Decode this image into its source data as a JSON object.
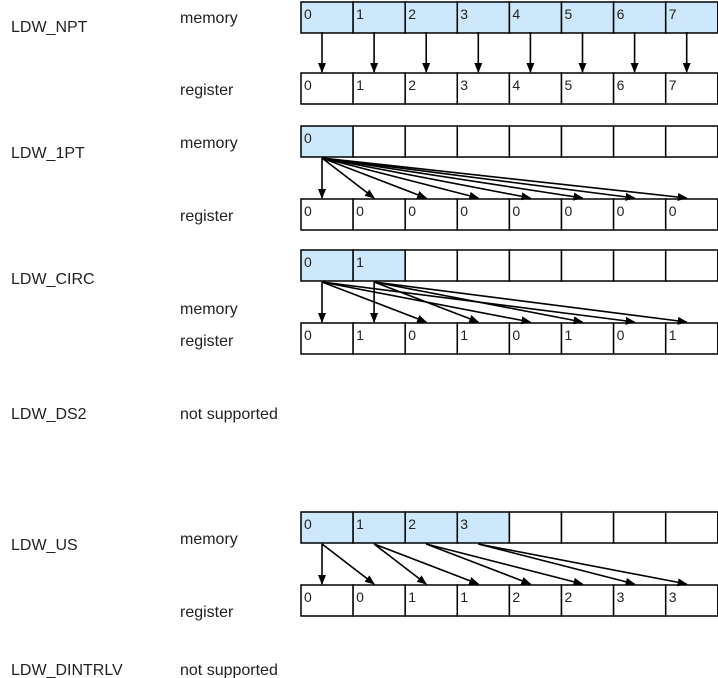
{
  "colors": {
    "memory_highlight": "#cce8fa",
    "cell_fill": "#ffffff",
    "stroke": "#000000",
    "text": "#222222"
  },
  "labels": {
    "memory": "memory",
    "register": "register",
    "not_supported": "not supported"
  },
  "sections": [
    {
      "id": "npt",
      "name": "LDW_NPT",
      "supported": true,
      "memory_cells": [
        "0",
        "1",
        "2",
        "3",
        "4",
        "5",
        "6",
        "7"
      ],
      "memory_highlighted": 8,
      "register_cells": [
        "0",
        "1",
        "2",
        "3",
        "4",
        "5",
        "6",
        "7"
      ],
      "mapping": [
        0,
        1,
        2,
        3,
        4,
        5,
        6,
        7
      ]
    },
    {
      "id": "1pt",
      "name": "LDW_1PT",
      "supported": true,
      "memory_cells": [
        "0",
        "",
        "",
        "",
        "",
        "",
        "",
        ""
      ],
      "memory_highlighted": 1,
      "register_cells": [
        "0",
        "0",
        "0",
        "0",
        "0",
        "0",
        "0",
        "0"
      ],
      "mapping": [
        0,
        0,
        0,
        0,
        0,
        0,
        0,
        0
      ]
    },
    {
      "id": "circ",
      "name": "LDW_CIRC",
      "supported": true,
      "memory_cells": [
        "0",
        "1",
        "",
        "",
        "",
        "",
        "",
        ""
      ],
      "memory_highlighted": 2,
      "register_cells": [
        "0",
        "1",
        "0",
        "1",
        "0",
        "1",
        "0",
        "1"
      ],
      "mapping": [
        0,
        1,
        0,
        1,
        0,
        1,
        0,
        1
      ]
    },
    {
      "id": "ds2",
      "name": "LDW_DS2",
      "supported": false
    },
    {
      "id": "us",
      "name": "LDW_US",
      "supported": true,
      "memory_cells": [
        "0",
        "1",
        "2",
        "3",
        "",
        "",
        "",
        ""
      ],
      "memory_highlighted": 4,
      "register_cells": [
        "0",
        "0",
        "1",
        "1",
        "2",
        "2",
        "3",
        "3"
      ],
      "mapping": [
        0,
        0,
        1,
        1,
        2,
        2,
        3,
        3
      ]
    },
    {
      "id": "dintrlv",
      "name": "LDW_DINTRLV",
      "supported": false
    }
  ]
}
